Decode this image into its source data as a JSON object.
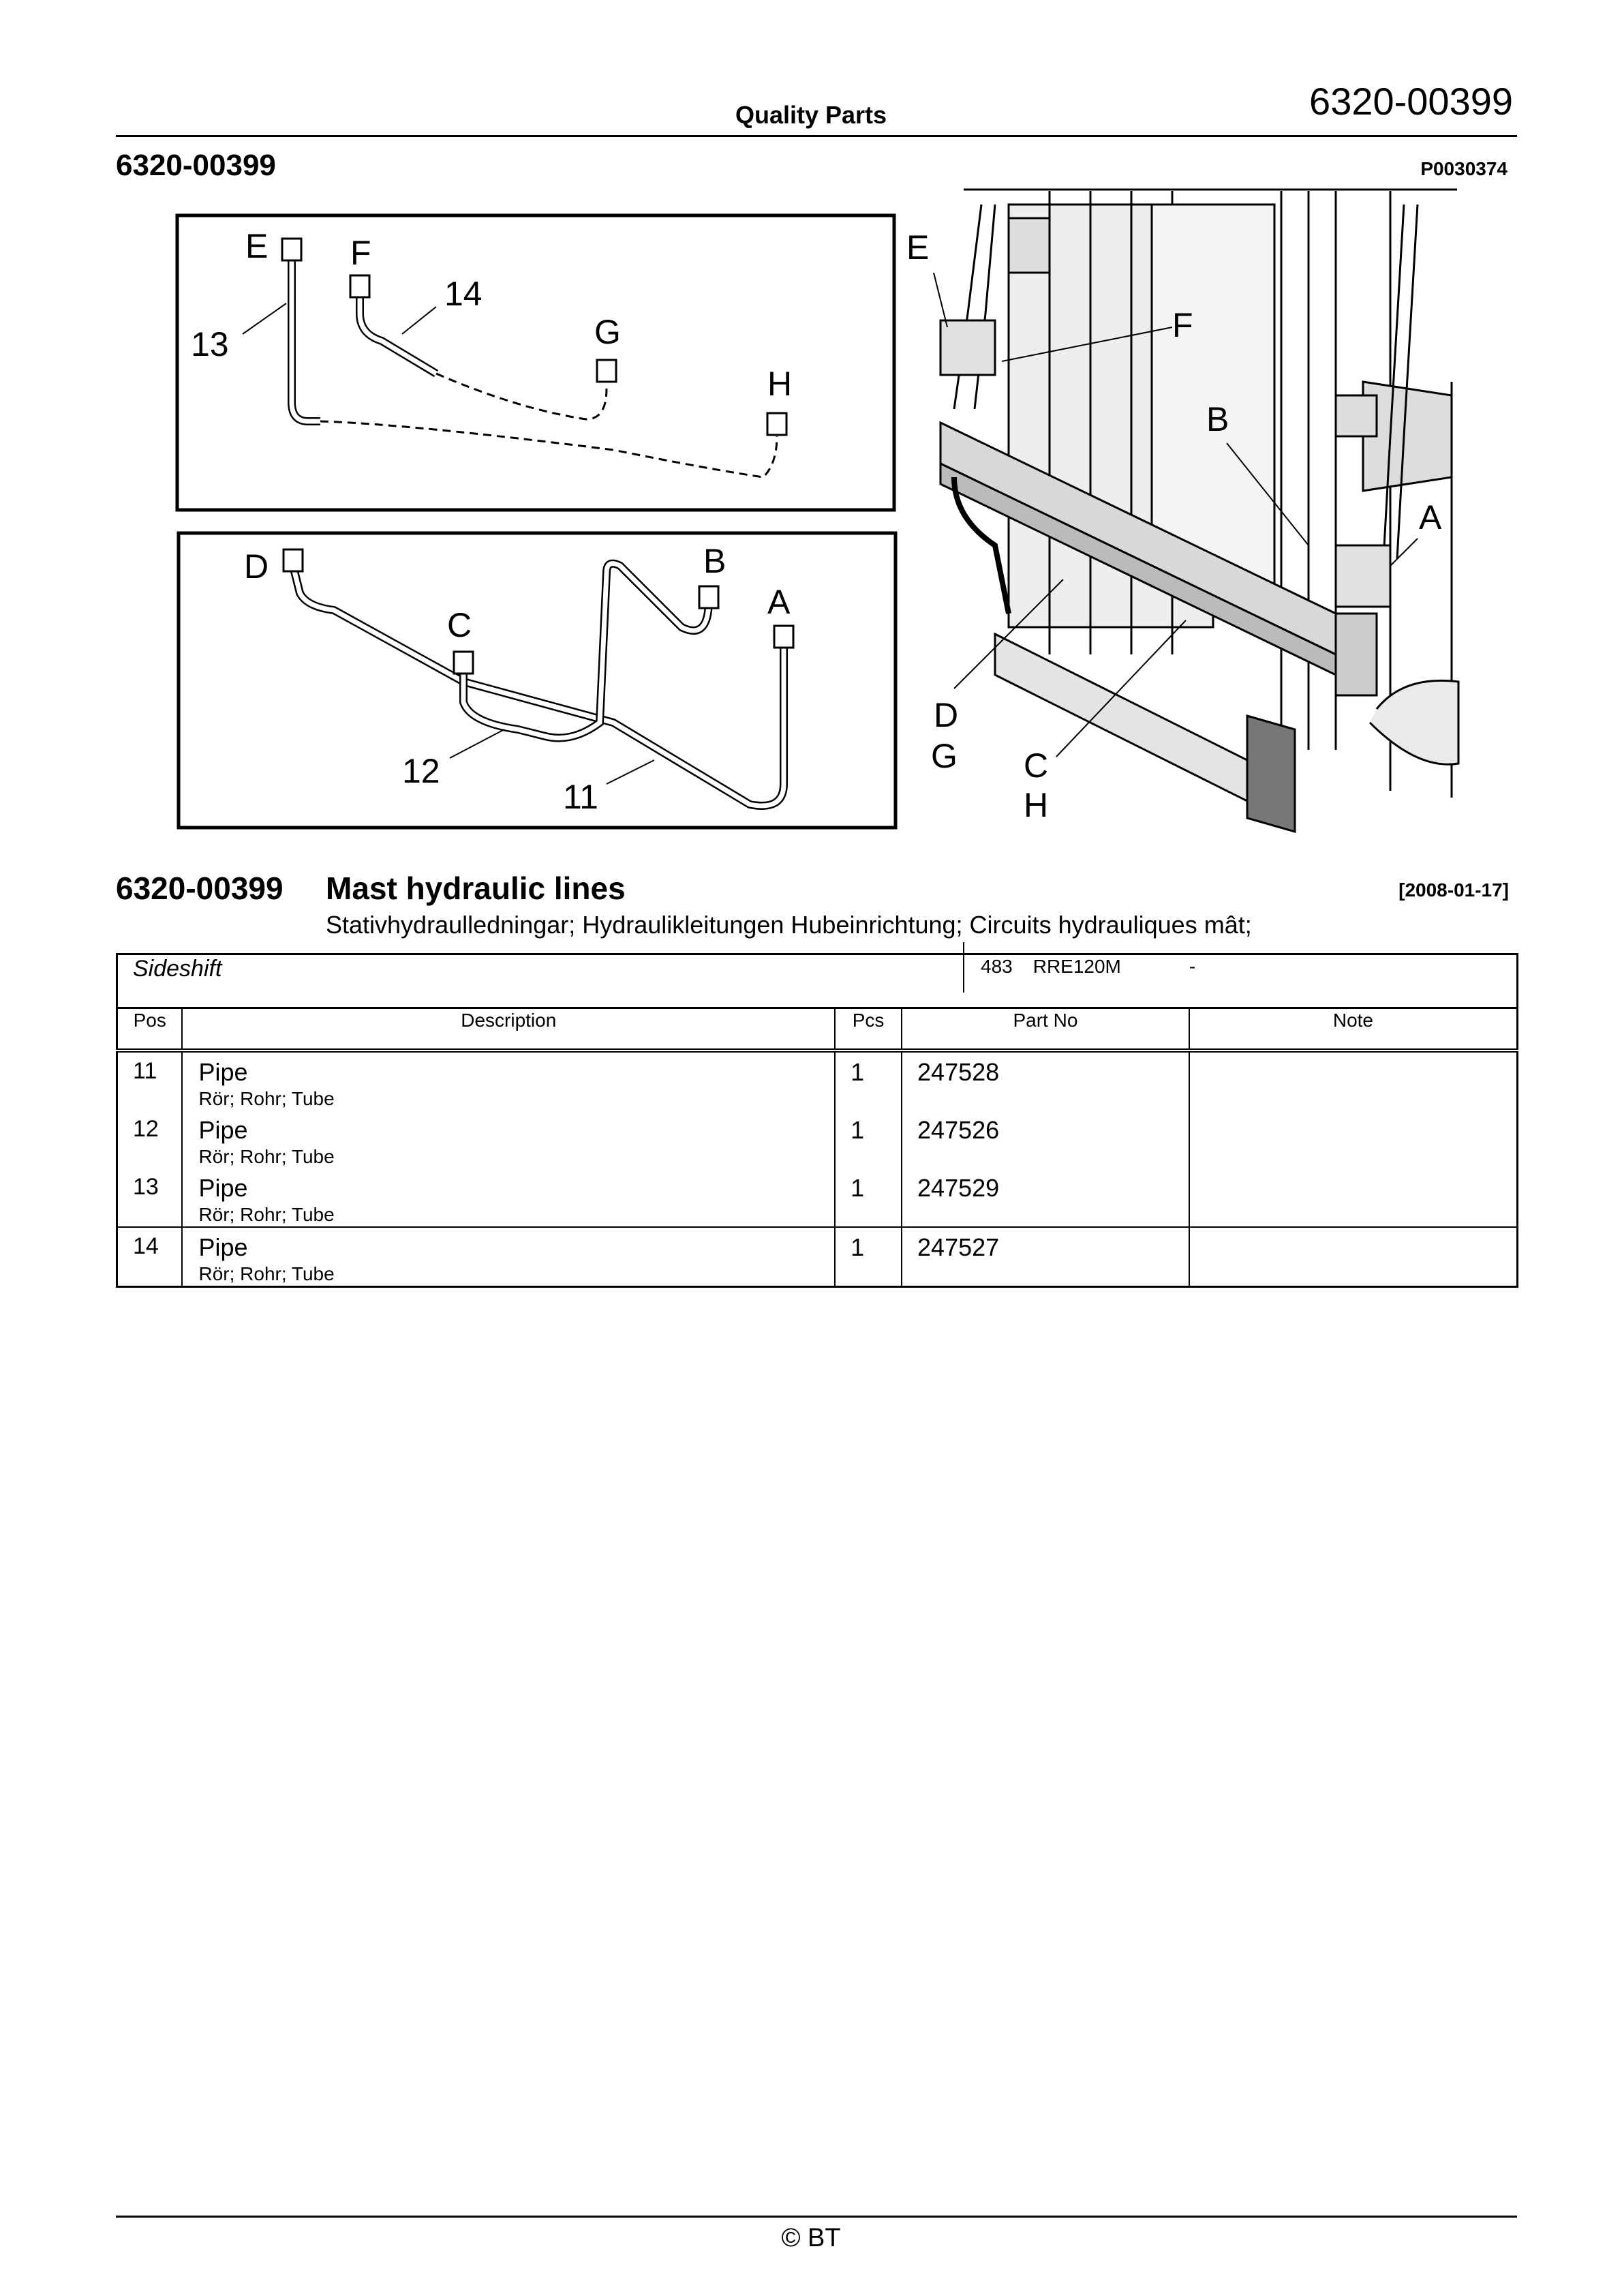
{
  "header": {
    "center": "Quality Parts",
    "right": "6320-00399"
  },
  "section": {
    "id": "6320-00399",
    "picture_id": "P0030374"
  },
  "figure": {
    "box1_labels": [
      "E",
      "F",
      "14",
      "13",
      "G",
      "H"
    ],
    "box2_labels": [
      "D",
      "B",
      "A",
      "C",
      "12",
      "11"
    ],
    "photo_labels": [
      "E",
      "F",
      "B",
      "A",
      "D",
      "G",
      "C",
      "H"
    ]
  },
  "title": {
    "id": "6320-00399",
    "name": "Mast hydraulic lines",
    "date": "[2008-01-17]",
    "translations": "Stativhydraulledningar; Hydraulikleitungen Hubeinrichtung; Circuits hydrauliques mât;"
  },
  "group": {
    "name": "Sideshift",
    "code": "483",
    "model": "RRE120M",
    "extra": "-"
  },
  "columns": {
    "pos": "Pos",
    "description": "Description",
    "pcs": "Pcs",
    "part_no": "Part No",
    "note": "Note"
  },
  "rows": [
    {
      "pos": "11",
      "description": "Pipe",
      "translations": "Rör; Rohr; Tube",
      "pcs": "1",
      "part_no": "247528",
      "note": ""
    },
    {
      "pos": "12",
      "description": "Pipe",
      "translations": "Rör; Rohr; Tube",
      "pcs": "1",
      "part_no": "247526",
      "note": ""
    },
    {
      "pos": "13",
      "description": "Pipe",
      "translations": "Rör; Rohr; Tube",
      "pcs": "1",
      "part_no": "247529",
      "note": ""
    },
    {
      "pos": "14",
      "description": "Pipe",
      "translations": "Rör; Rohr; Tube",
      "pcs": "1",
      "part_no": "247527",
      "note": ""
    }
  ],
  "footer": {
    "text": "© BT"
  }
}
